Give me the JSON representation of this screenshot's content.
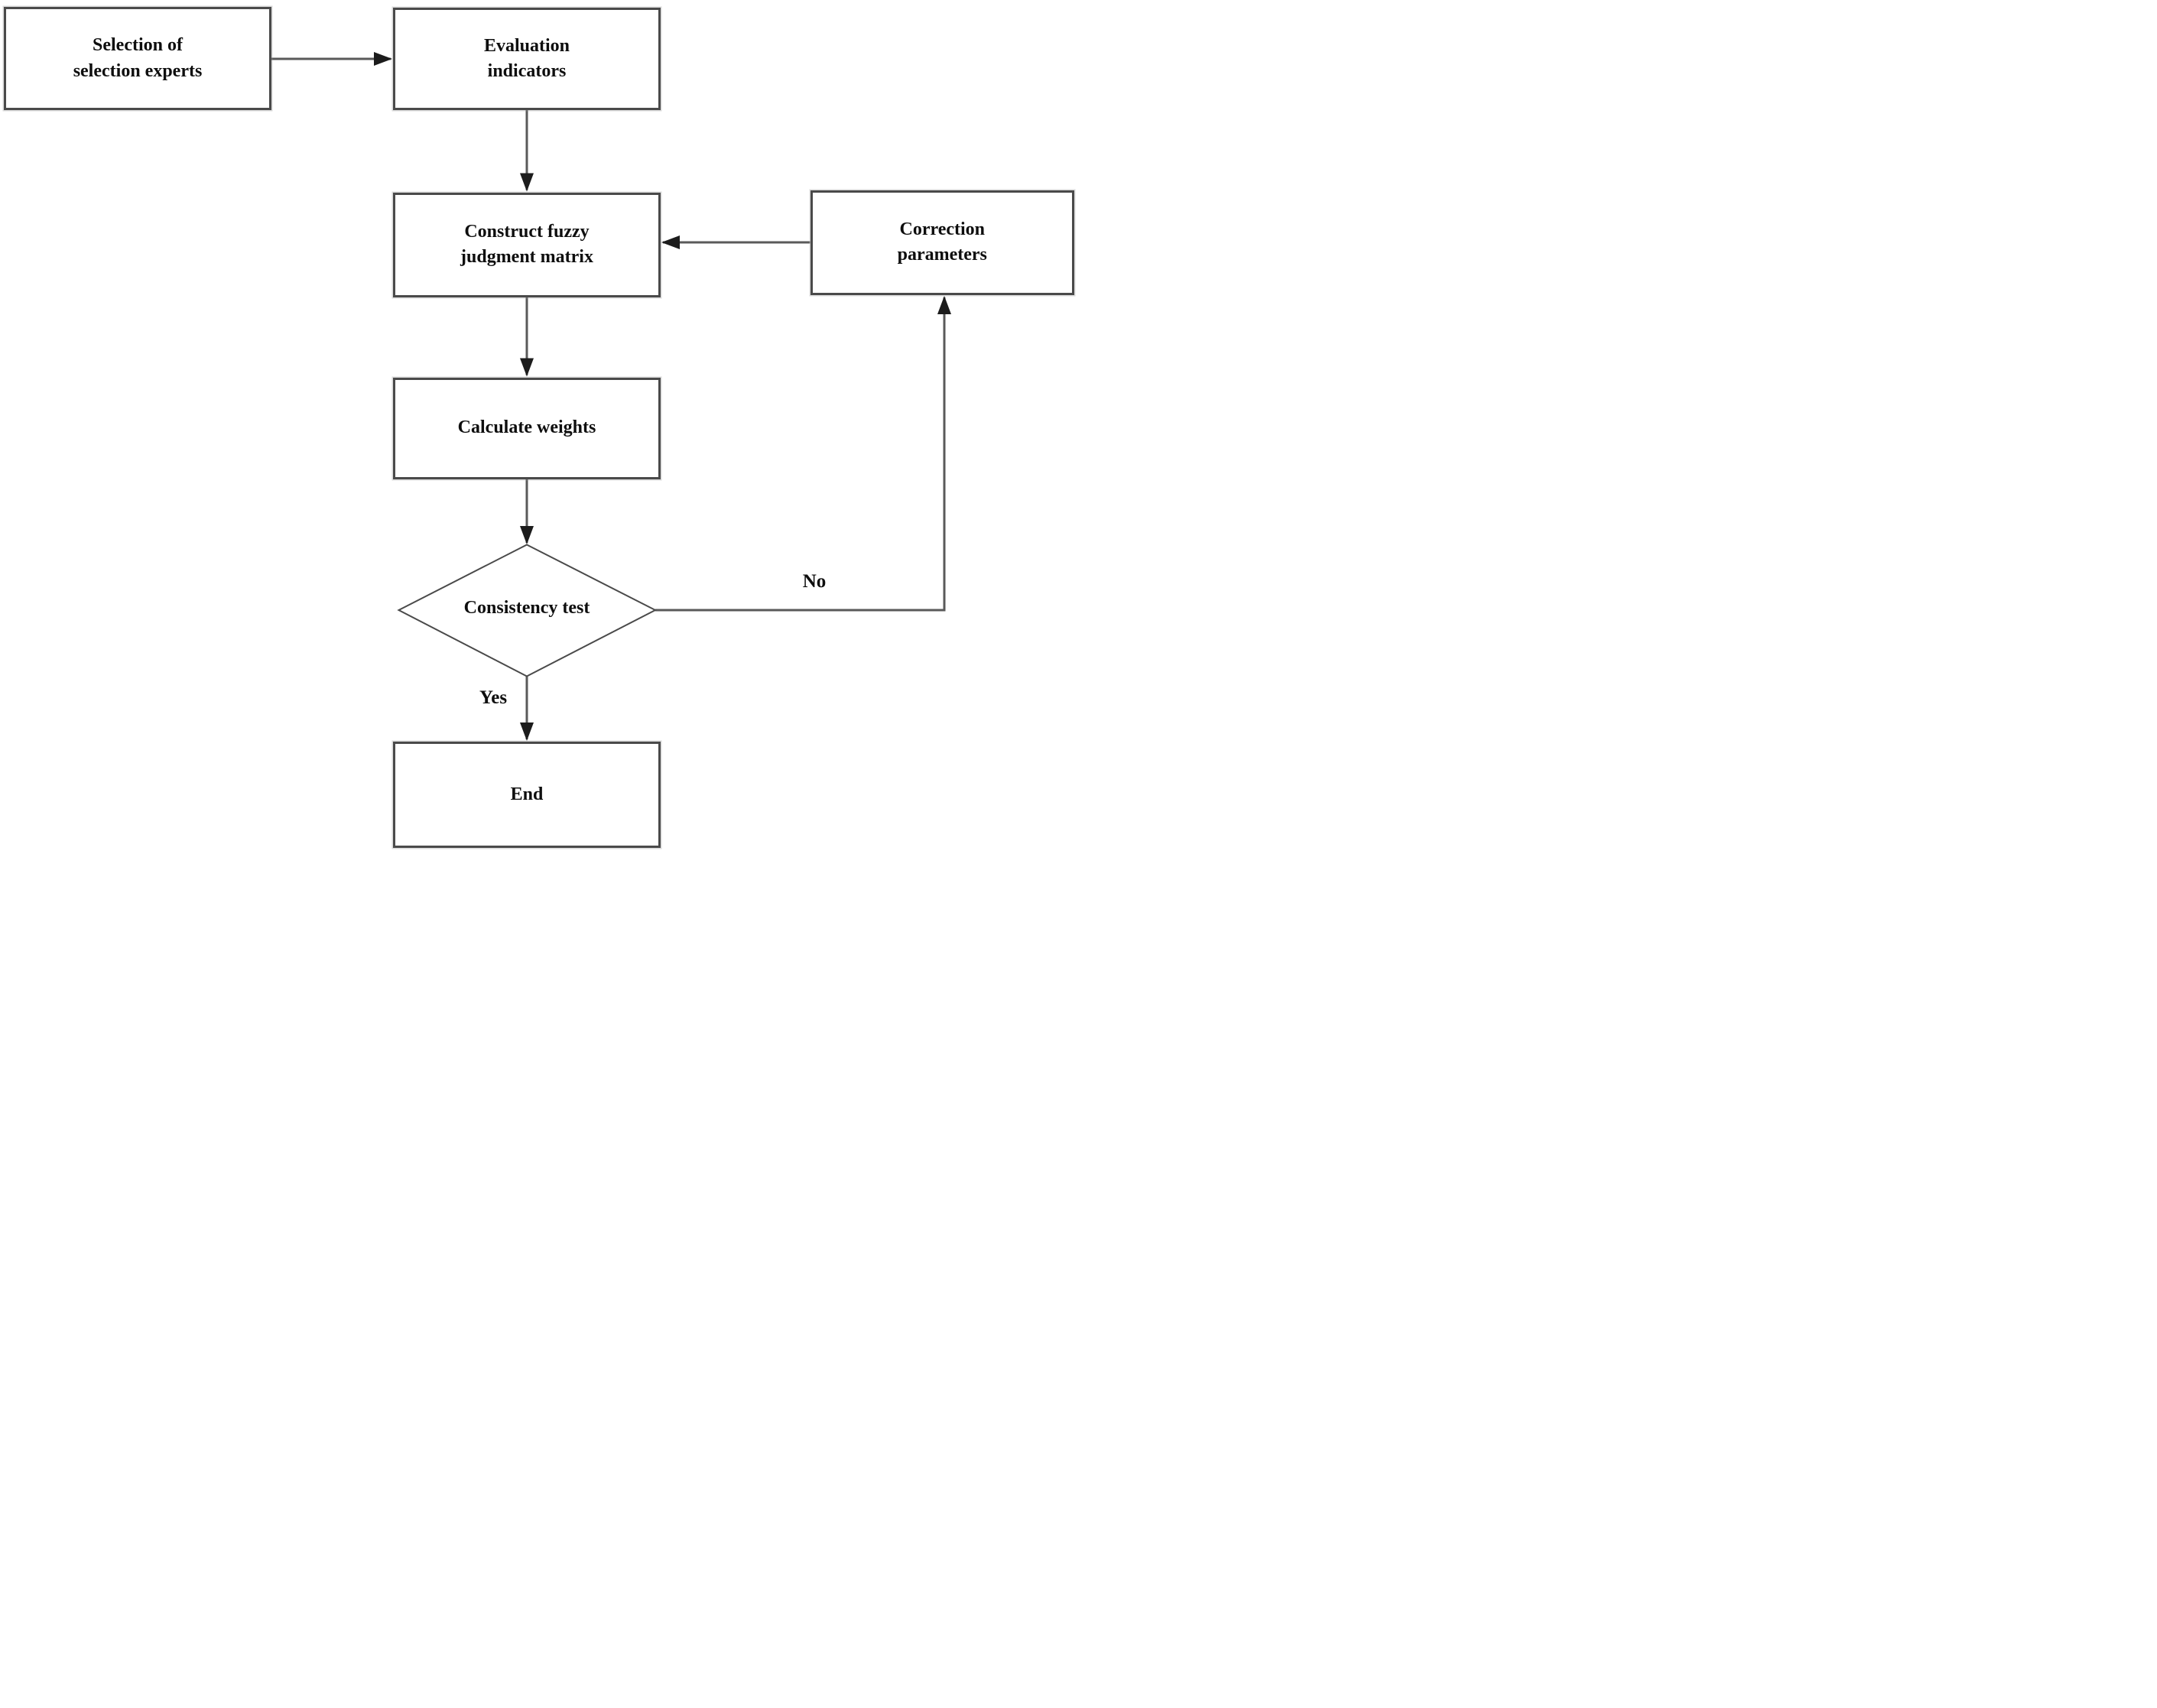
{
  "diagram": {
    "type": "flowchart",
    "nodes": {
      "selection_experts": {
        "label": "Selection of\nselection experts"
      },
      "evaluation_indicators": {
        "label": "Evaluation\nindicators"
      },
      "construct_fuzzy_matrix": {
        "label": "Construct fuzzy\njudgment matrix"
      },
      "correction_parameters": {
        "label": "Correction\nparameters"
      },
      "calculate_weights": {
        "label": "Calculate weights"
      },
      "consistency_test": {
        "label": "Consistency test"
      },
      "end": {
        "label": "End"
      }
    },
    "edge_labels": {
      "yes": "Yes",
      "no": "No"
    },
    "colors": {
      "background": "#ffffff",
      "box_border": "#4a4a4a",
      "line": "#5a5a5a",
      "arrowhead": "#1c1c1c",
      "text": "#0e0e0e"
    }
  }
}
